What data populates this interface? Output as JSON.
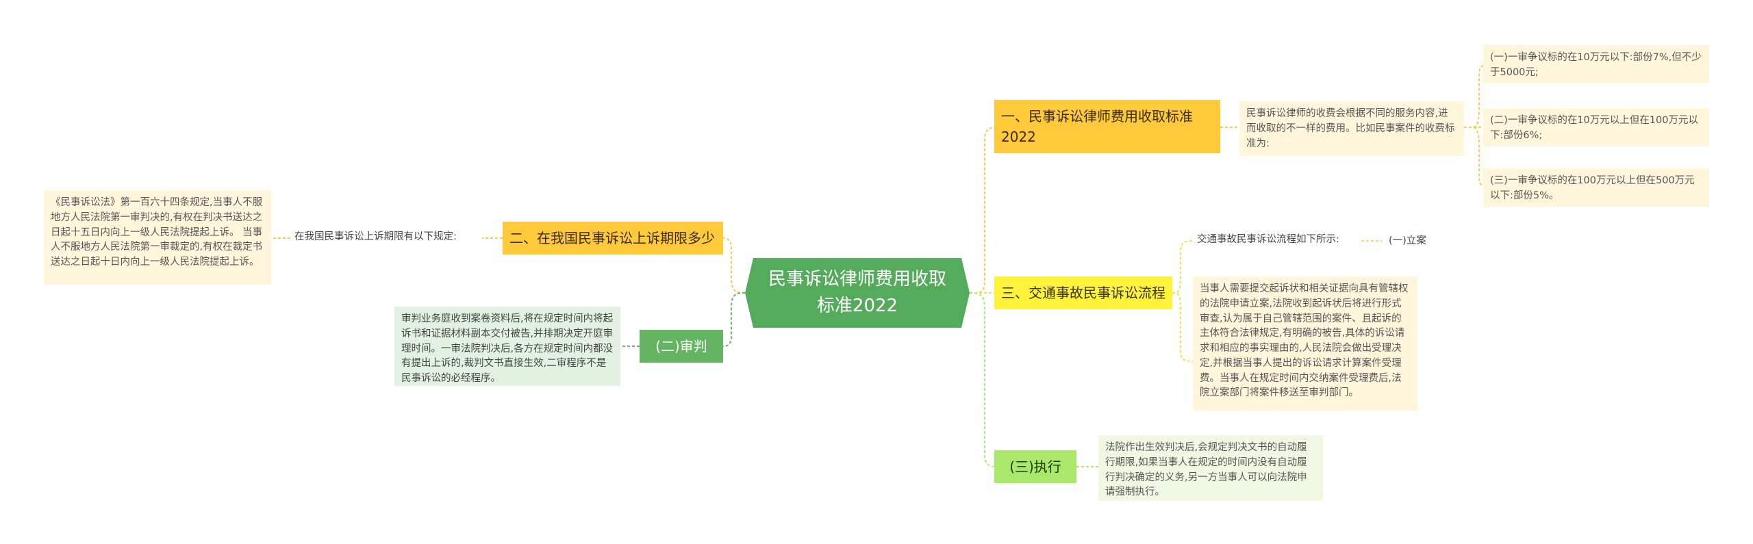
{
  "center": "民事诉讼律师费用收取标准2022",
  "right": {
    "fees": {
      "title": "一、民事诉讼律师费用收取标准2022",
      "intro": "民事诉讼律师的收费会根据不同的服务内容,进而收取的不一样的费用。比如民事案件的收费标准为:",
      "items": [
        "(一)一审争议标的在10万元以下:部份7%,但不少于5000元;",
        "(二)一审争议标的在10万元以上但在100万元以下:部份6%;",
        "(三)一审争议标的在100万元以上但在500万元以下:部份5%。"
      ]
    },
    "traffic": {
      "title": "三、交通事故民事诉讼流程",
      "intro": "交通事故民事诉讼流程如下所示:",
      "step": "(一)立案",
      "detail": "当事人需要提交起诉状和相关证据向具有管辖权的法院申请立案,法院收到起诉状后将进行形式审查,认为属于自己管辖范围的案件、且起诉的主体符合法律规定,有明确的被告,具体的诉讼请求和相应的事实理由的,人民法院会做出受理决定,并根据当事人提出的诉讼请求计算案件受理费。当事人在规定时间内交纳案件受理费后,法院立案部门将案件移送至审判部门。"
    },
    "exec": {
      "title": "(三)执行",
      "detail": "法院作出生效判决后,会规定判决文书的自动履行期限,如果当事人在规定的时间内没有自动履行判决确定的义务,另一方当事人可以向法院申请强制执行。"
    }
  },
  "left": {
    "appeal": {
      "title": "二、在我国民事诉讼上诉期限多少",
      "intro": "在我国民事诉讼上诉期限有以下规定:",
      "detail": "《民事诉讼法》第一百六十四条规定,当事人不服地方人民法院第一审判决的,有权在判决书送达之日起十五日内向上一级人民法院提起上诉。 当事人不服地方人民法院第一审裁定的,有权在裁定书送达之日起十日内向上一级人民法院提起上诉。"
    },
    "trial": {
      "title": "(二)审判",
      "detail": "审判业务庭收到案卷资料后,将在规定时间内将起诉书和证据材料副本交付被告,并排期决定开庭审理时间。一审法院判决后,各方在规定时间内都没有提出上诉的,裁判文书直接生效,二审程序不是民事诉讼的必经程序。"
    }
  },
  "colors": {
    "center": "#55ab5c",
    "orange": "#ffc93c",
    "yellow": "#fff23a",
    "lightgreen": "#a9e86a",
    "midgreen": "#64b462"
  }
}
